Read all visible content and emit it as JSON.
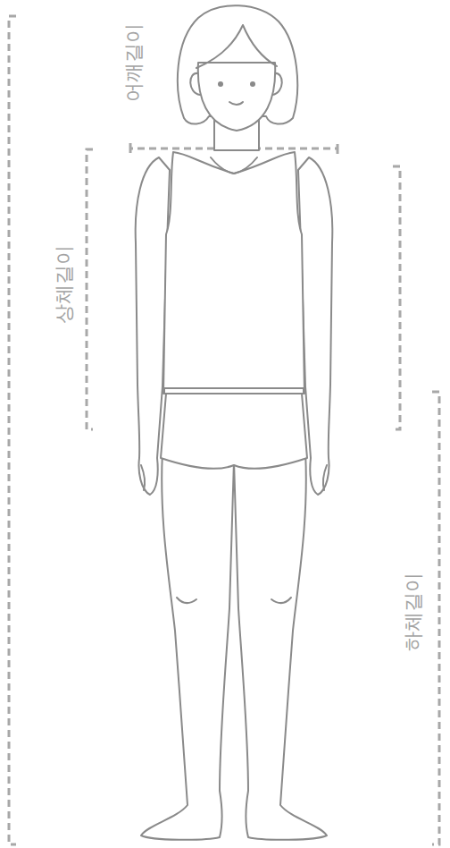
{
  "diagram": {
    "labels": [
      "어깨길이",
      "상체길이",
      "하체길이"
    ]
  }
}
